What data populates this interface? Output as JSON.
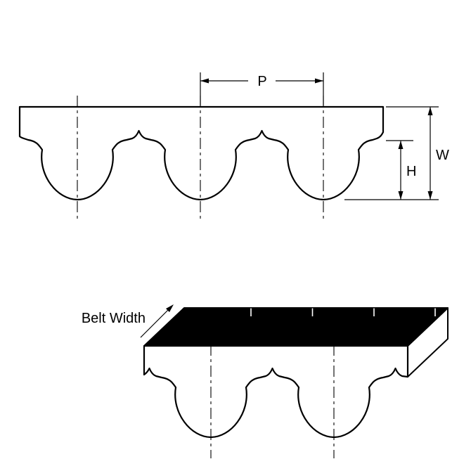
{
  "diagram": {
    "subject": "timing-belt-tooth-profile",
    "labels": {
      "pitch": "P",
      "overall_height": "W",
      "tooth_height": "H",
      "belt_width": "Belt Width"
    },
    "colors": {
      "line": "#000000",
      "belt_fill": "#ffffff",
      "top_face_fill": "#000000",
      "background": "#ffffff"
    }
  }
}
